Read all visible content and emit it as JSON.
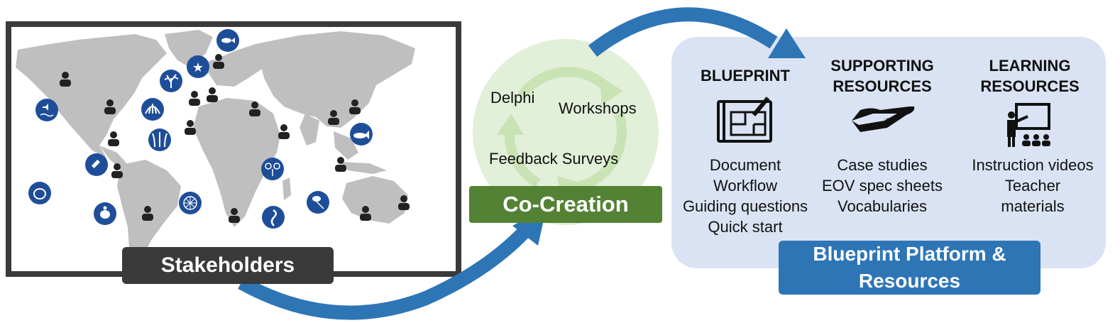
{
  "stakeholders": {
    "label": "Stakeholders"
  },
  "cocreation": {
    "label": "Co-Creation",
    "methods": [
      "Delphi",
      "Workshops",
      "Feedback Surveys"
    ]
  },
  "platform": {
    "label_line1": "Blueprint Platform &",
    "label_line2": "Resources",
    "columns": [
      {
        "heading": [
          "BLUEPRINT"
        ],
        "icon": "blueprint-icon",
        "items": [
          "Document",
          "Workflow",
          "Guiding questions",
          "Quick start"
        ]
      },
      {
        "heading": [
          "SUPPORTING",
          "RESOURCES"
        ],
        "icon": "helping-hand-icon",
        "items": [
          "Case studies",
          "EOV spec sheets",
          "Vocabularies"
        ]
      },
      {
        "heading": [
          "LEARNING",
          "RESOURCES"
        ],
        "icon": "teacher-icon",
        "items": [
          "Instruction videos",
          "Teacher",
          "materials"
        ]
      }
    ]
  },
  "colors": {
    "arrow_blue": "#2e75b6",
    "cocreation_green": "#548235",
    "cocreation_circle": "#e2efd9",
    "platform_panel": "#dae3f3",
    "map_land": "#bfbfbf",
    "frame_dark": "#3a3a3a",
    "marker_blue": "#1f4e99"
  }
}
